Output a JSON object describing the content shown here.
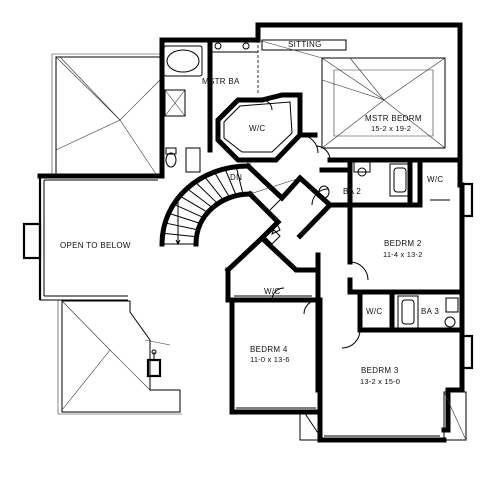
{
  "rooms": {
    "sitting": {
      "name": "SITTING"
    },
    "mstr_ba": {
      "name": "MSTR BA"
    },
    "mstr_wic": {
      "name": "W/C"
    },
    "mstr_bedrm": {
      "name": "MSTR BEDRM",
      "dims": "15-2 x 19-2"
    },
    "dn": {
      "name": "DN"
    },
    "ba2": {
      "name": "BA 2"
    },
    "wic_ba2": {
      "name": "W/C"
    },
    "open_below": {
      "name": "OPEN TO BELOW"
    },
    "bedrm2": {
      "name": "BEDRM 2",
      "dims": "11-4 x 13-2"
    },
    "wic_bedrm4": {
      "name": "W/C"
    },
    "wic_bedrm3": {
      "name": "W/C"
    },
    "ba3": {
      "name": "BA 3"
    },
    "bedrm4": {
      "name": "BEDRM 4",
      "dims": "11-0 x 13-6"
    },
    "bedrm3": {
      "name": "BEDRM 3",
      "dims": "13-2 x 15-0"
    }
  }
}
